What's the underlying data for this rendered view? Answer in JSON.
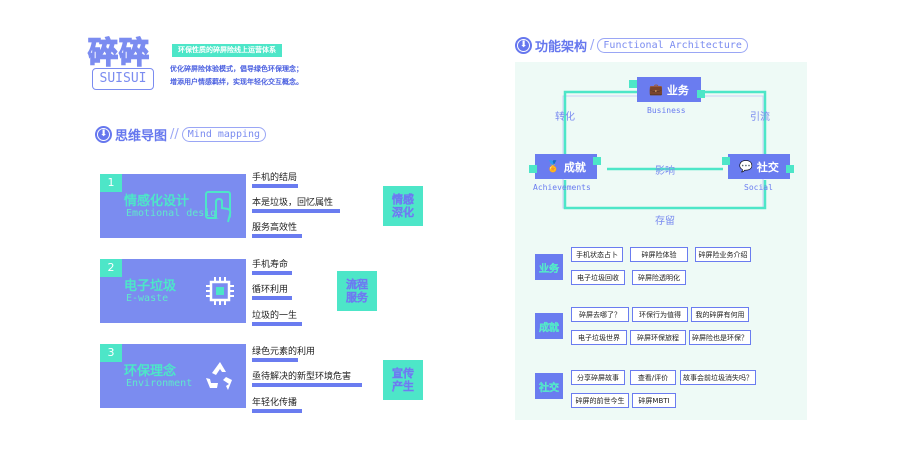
{
  "logo": {
    "cn": "碎碎",
    "en": "SUISUI",
    "tagline": "环保性质的碎屏险线上运营体系",
    "sublines": [
      "优化碎屏险体验模式，倡导绿色环保理念；",
      "增添用户情感羁绊，实现年轻化交互概念。"
    ]
  },
  "mind": {
    "icon_label": "⬇",
    "cn": "思维导图",
    "slash": "//",
    "en": "Mind mapping",
    "groups": [
      {
        "num": "1",
        "title": "情感化设计",
        "en": "Emotional design",
        "icon": "hand-touch-icon",
        "items": [
          "手机的结局",
          "本是垃圾，回忆属性",
          "服务高效性"
        ],
        "tag": "情感 深化"
      },
      {
        "num": "2",
        "title": "电子垃圾",
        "en": "E-waste",
        "icon": "chip-icon",
        "items": [
          "手机寿命",
          "循环利用",
          "垃圾的一生"
        ],
        "tag": "流程 服务"
      },
      {
        "num": "3",
        "title": "环保理念",
        "en": "Environment",
        "icon": "recycle-icon",
        "items": [
          "绿色元素的利用",
          "亟待解决的新型环境危害",
          "年轻化传播"
        ],
        "tag": "宣传 产生"
      }
    ]
  },
  "arch": {
    "icon_label": "⬇",
    "cn": "功能架构",
    "slash": "/",
    "en": "Functional Architecture",
    "nodes": {
      "business": {
        "cn": "业务",
        "en": "Business",
        "icon": "briefcase-icon"
      },
      "achievements": {
        "cn": "成就",
        "en": "Achievements",
        "icon": "medal-icon"
      },
      "social": {
        "cn": "社交",
        "en": "Social",
        "icon": "chat-icon"
      }
    },
    "edges": {
      "convert": "转化",
      "attract": "引流",
      "influence": "影响",
      "retain": "存留"
    },
    "groups": [
      {
        "label": "业务",
        "rows": [
          [
            "手机状态占卜",
            "碎屏险体验",
            "碎屏险业务介绍"
          ],
          [
            "电子垃圾回收",
            "碎屏险透明化"
          ]
        ]
      },
      {
        "label": "成就",
        "rows": [
          [
            "碎屏去哪了？",
            "环保行为值得",
            "我的碎屏有何用"
          ],
          [
            "电子垃圾世界",
            "碎屏环保旅程",
            "碎屏险也是环保？"
          ]
        ]
      },
      {
        "label": "社交",
        "rows": [
          [
            "分享碎屏故事",
            "查看/评价",
            "故事会前垃圾消失吗？"
          ],
          [
            "碎屏的前世今生",
            "碎屏MBTI"
          ]
        ]
      }
    ]
  }
}
